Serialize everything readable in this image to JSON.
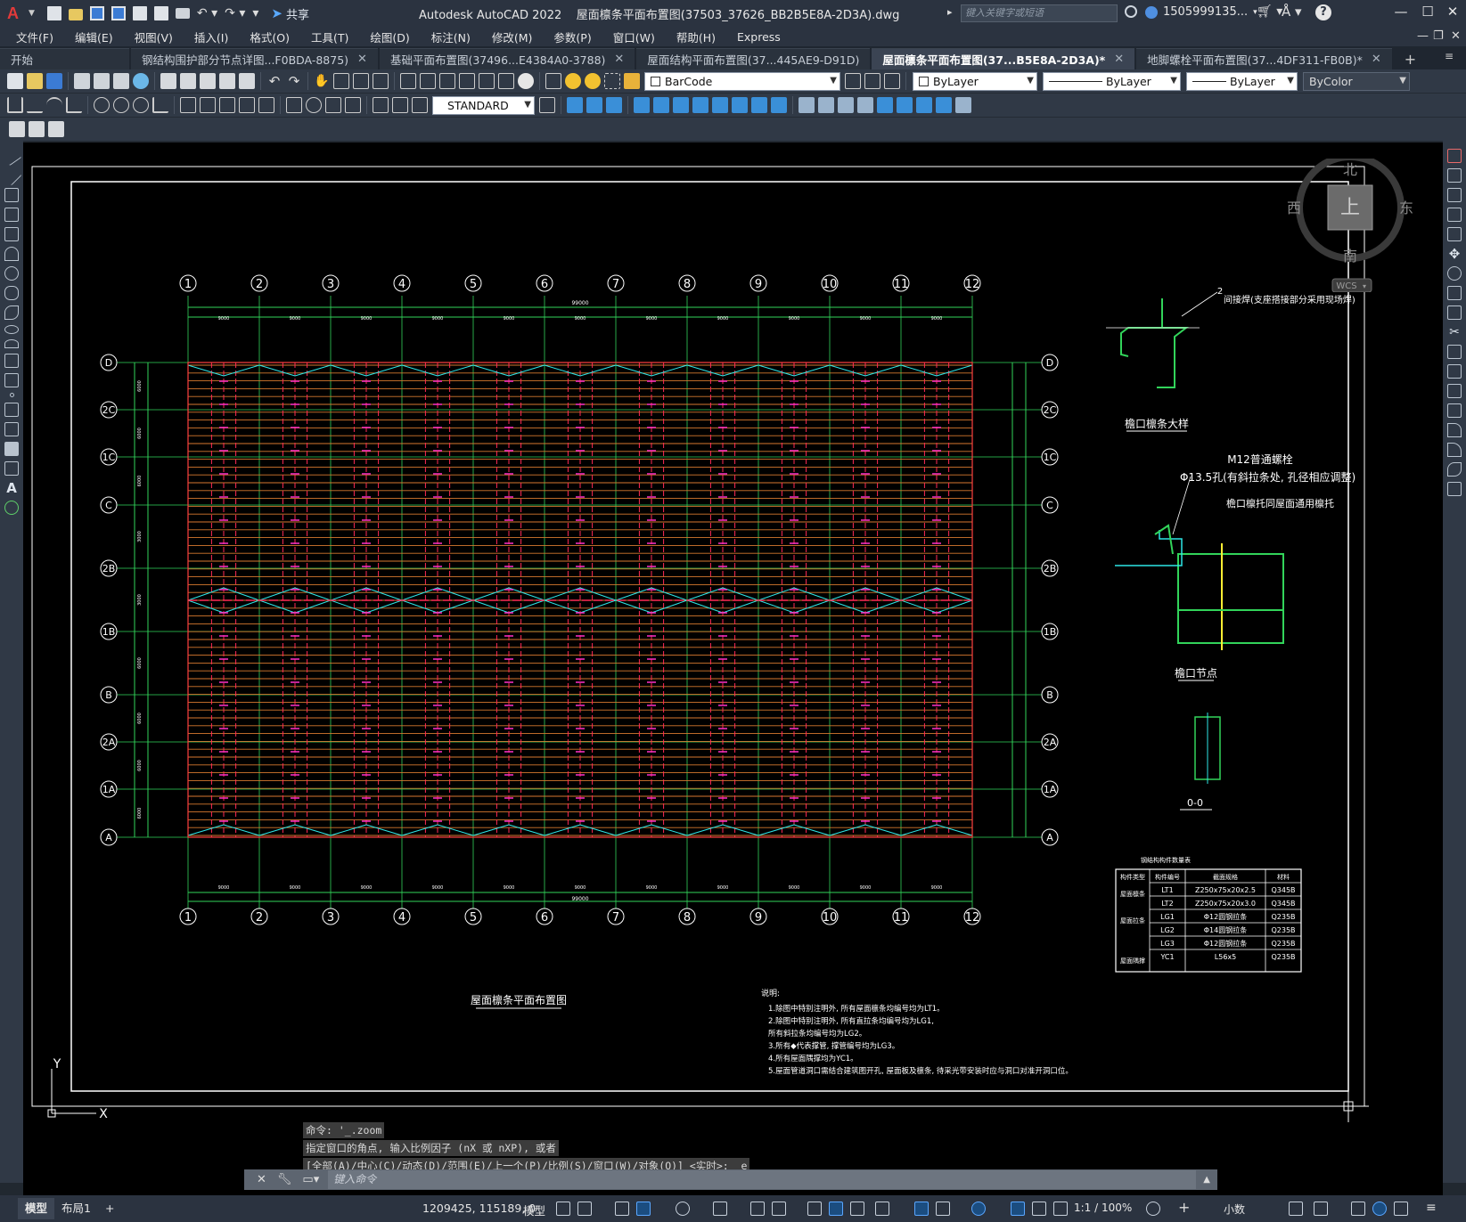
{
  "window": {
    "app_title": "Autodesk AutoCAD 2022",
    "file_title": "屋面檩条平面布置图(37503_37626_BB2B5E8A-2D3A).dwg",
    "logo": "A",
    "share_label": "共享",
    "search_placeholder": "键入关键字或短语",
    "user": "1505999135...",
    "help": "?"
  },
  "menu": [
    "文件(F)",
    "编辑(E)",
    "视图(V)",
    "插入(I)",
    "格式(O)",
    "工具(T)",
    "绘图(D)",
    "标注(N)",
    "修改(M)",
    "参数(P)",
    "窗口(W)",
    "帮助(H)",
    "Express"
  ],
  "tabs": [
    {
      "label": "开始",
      "close": false,
      "active": false
    },
    {
      "label": "钢结构围护部分节点详图...F0BDA-8875)",
      "close": true,
      "active": false
    },
    {
      "label": "基础平面布置图(37496...E4384A0-3788)",
      "close": true,
      "active": false
    },
    {
      "label": "屋面结构平面布置图(37...445AE9-D91D)",
      "close": false,
      "active": false
    },
    {
      "label": "屋面檩条平面布置图(37...B5E8A-2D3A)*",
      "close": true,
      "active": true
    },
    {
      "label": "地脚螺栓平面布置图(37...4DF311-FB0B)*",
      "close": true,
      "active": false
    }
  ],
  "toolbar": {
    "layer": "BarCode",
    "color": "ByLayer",
    "linetype": "ByLayer",
    "lineweight": "ByLayer",
    "plotstyle": "ByColor",
    "dimstyle": "STANDARD"
  },
  "viewcube": {
    "north": "北",
    "south": "南",
    "east": "东",
    "west": "西",
    "top": "上",
    "wcs": "WCS"
  },
  "drawing": {
    "grid_cols": [
      "1",
      "2",
      "3",
      "4",
      "5",
      "6",
      "7",
      "8",
      "9",
      "10",
      "11",
      "12"
    ],
    "grid_rows": [
      "D",
      "2C",
      "1C",
      "C",
      "2B",
      "1B",
      "B",
      "2A",
      "1A",
      "A"
    ],
    "title": "屋面檩条平面布置图",
    "total_dim": "99000",
    "bay_dim": "9000",
    "side_dims": [
      "6000",
      "6000",
      "6000",
      "3000",
      "3000",
      "6000",
      "6000",
      "6000",
      "6000"
    ],
    "detail1_title": "檐口檩条大样",
    "detail1_note": "间接焊(支座搭接部分采用现场焊)",
    "detail1_mark": "2",
    "detail2_bolt": "M12普通螺栓",
    "detail2_hole": "Φ13.5孔(有斜拉条处, 孔径相应调整)",
    "detail2_bracket": "檐口檩托同屋面通用檩托",
    "detail2_title": "檐口节点",
    "detail3_title": "0-0",
    "legend_title": "钢结构构件数量表",
    "legend_headers": [
      "构件类型",
      "构件编号",
      "截面规格",
      "材料"
    ],
    "legend_rows": [
      {
        "group": "屋面檩条",
        "code": "LT1",
        "section": "Z250x75x20x2.5",
        "mat": "Q345B"
      },
      {
        "group": "",
        "code": "LT2",
        "section": "Z250x75x20x3.0",
        "mat": "Q345B"
      },
      {
        "group": "屋面拉条",
        "code": "LG1",
        "section": "Φ12圆钢拉条",
        "mat": "Q235B"
      },
      {
        "group": "",
        "code": "LG2",
        "section": "Φ14圆钢拉条",
        "mat": "Q235B"
      },
      {
        "group": "",
        "code": "LG3",
        "section": "Φ12圆钢拉条",
        "mat": "Q235B"
      },
      {
        "group": "屋面隅撑",
        "code": "YC1",
        "section": "L56x5",
        "mat": "Q235B"
      }
    ],
    "notes_title": "说明:",
    "notes": [
      "1.除图中特别注明外, 所有屋面檩条均编号均为LT1。",
      "2.除图中特别注明外, 所有直拉条均编号均为LG1,",
      "   所有斜拉条均编号均为LG2。",
      "3.所有◆代表撑管, 撑管编号均为LG3。",
      "4.所有屋面隅撑均为YC1。",
      "5.屋面管道洞口需结合建筑图开孔, 屋面板及檩条, 待采光带安装时应与洞口对准开洞口位。"
    ]
  },
  "command": {
    "history": [
      "命令: '_.zoom",
      "指定窗口的角点, 输入比例因子 (nX 或 nXP), 或者",
      "[全部(A)/中心(C)/动态(D)/范围(E)/上一个(P)/比例(S)/窗口(W)/对象(O)] <实时>: _e"
    ],
    "placeholder": "键入命令"
  },
  "status": {
    "tab_model": "模型",
    "tab_layout": "布局1",
    "coords": "1209425, 115189, 0",
    "space": "模型",
    "scale": "1:1 / 100%",
    "units": "小数"
  }
}
